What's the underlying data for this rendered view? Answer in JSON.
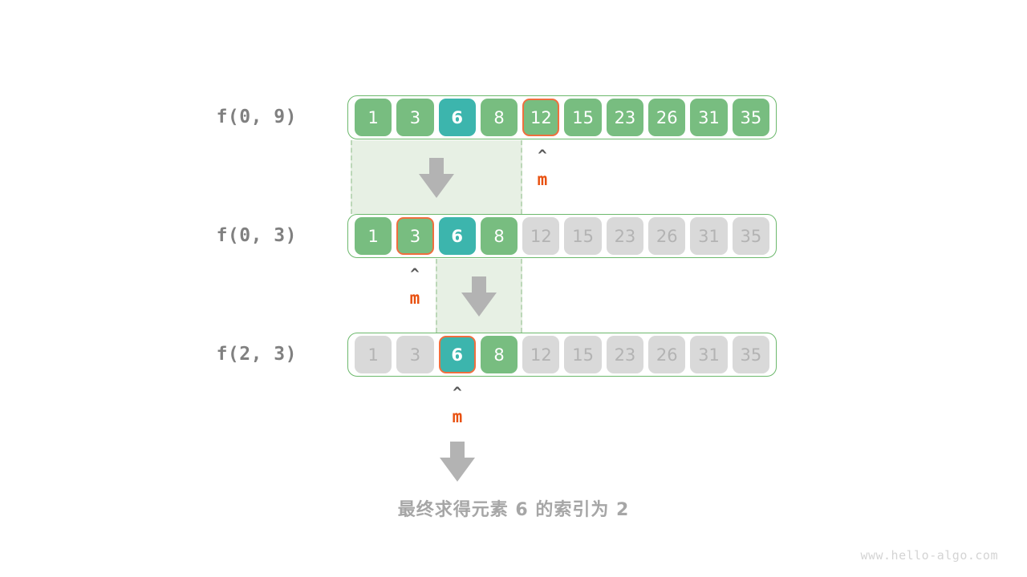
{
  "diagram": {
    "title_caption": "最终求得元素 6 的索引为 2",
    "watermark": "www.hello-algo.com",
    "colors": {
      "cell_active": "#78bd80",
      "cell_inactive": "#d9d9d9",
      "cell_target": "#3cb5ad",
      "mid_border": "#ef6f3e",
      "band_fill": "#e7f0e4",
      "band_border": "#bcd7b8",
      "arrow": "#b3b3b3",
      "label_text": "#808080",
      "marker_text": "#e8500f"
    },
    "array": [
      1,
      3,
      6,
      8,
      12,
      15,
      23,
      26,
      31,
      35
    ],
    "target_value": 6,
    "result_index": 2,
    "rows": [
      {
        "label": "f(0, 9)",
        "active_from": 0,
        "active_to": 9,
        "mid_index": 4,
        "cells": [
          {
            "value": "1",
            "state": "active"
          },
          {
            "value": "3",
            "state": "active"
          },
          {
            "value": "6",
            "state": "target"
          },
          {
            "value": "8",
            "state": "active"
          },
          {
            "value": "12",
            "state": "active",
            "mid": true
          },
          {
            "value": "15",
            "state": "active"
          },
          {
            "value": "23",
            "state": "active"
          },
          {
            "value": "26",
            "state": "active"
          },
          {
            "value": "31",
            "state": "active"
          },
          {
            "value": "35",
            "state": "active"
          }
        ],
        "marker": {
          "name": "m",
          "caret": "^",
          "index": 4
        },
        "band": {
          "from_index": 0,
          "to_index": 3
        }
      },
      {
        "label": "f(0, 3)",
        "active_from": 0,
        "active_to": 3,
        "mid_index": 1,
        "cells": [
          {
            "value": "1",
            "state": "active"
          },
          {
            "value": "3",
            "state": "active",
            "mid": true
          },
          {
            "value": "6",
            "state": "target"
          },
          {
            "value": "8",
            "state": "active"
          },
          {
            "value": "12",
            "state": "inactive"
          },
          {
            "value": "15",
            "state": "inactive"
          },
          {
            "value": "23",
            "state": "inactive"
          },
          {
            "value": "26",
            "state": "inactive"
          },
          {
            "value": "31",
            "state": "inactive"
          },
          {
            "value": "35",
            "state": "inactive"
          }
        ],
        "marker": {
          "name": "m",
          "caret": "^",
          "index": 1
        },
        "band": {
          "from_index": 2,
          "to_index": 3
        }
      },
      {
        "label": "f(2, 3)",
        "active_from": 2,
        "active_to": 3,
        "mid_index": 2,
        "cells": [
          {
            "value": "1",
            "state": "inactive"
          },
          {
            "value": "3",
            "state": "inactive"
          },
          {
            "value": "6",
            "state": "target",
            "mid": true
          },
          {
            "value": "8",
            "state": "active"
          },
          {
            "value": "12",
            "state": "inactive"
          },
          {
            "value": "15",
            "state": "inactive"
          },
          {
            "value": "23",
            "state": "inactive"
          },
          {
            "value": "26",
            "state": "inactive"
          },
          {
            "value": "31",
            "state": "inactive"
          },
          {
            "value": "35",
            "state": "inactive"
          }
        ],
        "marker": {
          "name": "m",
          "caret": "^",
          "index": 2
        },
        "band": null
      }
    ]
  }
}
